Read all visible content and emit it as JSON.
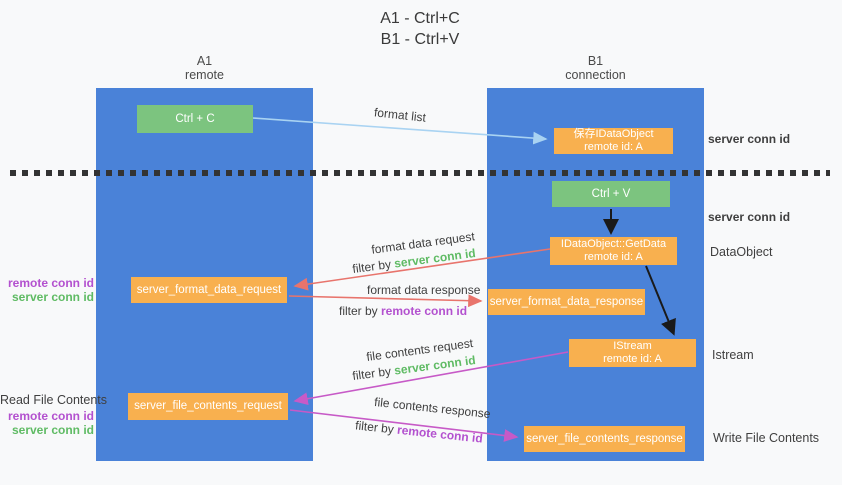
{
  "title": {
    "line1": "A1 - Ctrl+C",
    "line2": "B1 - Ctrl+V"
  },
  "columns": [
    {
      "name": "A1",
      "role": "remote"
    },
    {
      "name": "B1",
      "role": "connection"
    }
  ],
  "nodes": {
    "ctrl_c": "Ctrl + C",
    "ctrl_v": "Ctrl + V",
    "save_idataobject": {
      "line1": "保存IDataObject",
      "line2": "remote id: A"
    },
    "getdata": {
      "line1": "IDataObject::GetData",
      "line2": "remote id: A"
    },
    "istream": {
      "line1": "IStream",
      "line2": "remote id: A"
    },
    "format_request": "server_format_data_request",
    "format_response": "server_format_data_response",
    "file_request": "server_file_contents_request",
    "file_response": "server_file_contents_response"
  },
  "labels": {
    "format_list": "format list",
    "format_data_request": "format data request",
    "format_data_response": "format data response",
    "file_contents_request": "file contents request",
    "file_contents_response": "file contents response",
    "filter_by": "filter by ",
    "server_conn_id": "server conn id",
    "remote_conn_id": "remote conn id",
    "dataobject": "DataObject",
    "istream": "Istream",
    "read_file_contents": "Read File Contents",
    "write_file_contents": "Write File Contents"
  },
  "colors": {
    "lifeline_blue": "#4a82d8",
    "green_box": "#7cc47f",
    "orange_box": "#f8b04f",
    "arrow_light_blue": "#a9d3f2",
    "arrow_red": "#e8746c",
    "arrow_magenta": "#c75ac7",
    "arrow_black": "#1a1a1a",
    "green_text": "#5fbb64",
    "purple_text": "#b351cf"
  }
}
